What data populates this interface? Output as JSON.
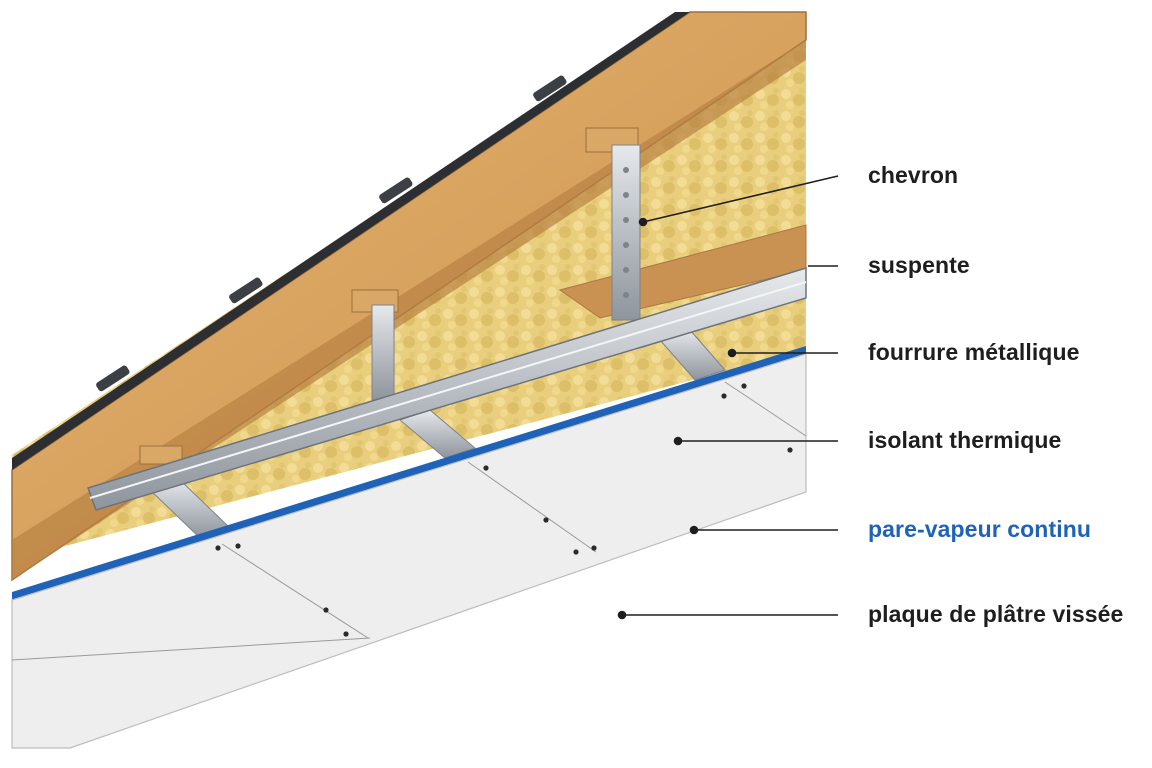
{
  "labels": [
    {
      "id": "chevron",
      "text": "chevron",
      "color": "#1e1e1e"
    },
    {
      "id": "suspente",
      "text": "suspente",
      "color": "#1e1e1e"
    },
    {
      "id": "fourrure",
      "text": "fourrure métallique",
      "color": "#1e1e1e"
    },
    {
      "id": "isolant",
      "text": "isolant thermique",
      "color": "#1e1e1e"
    },
    {
      "id": "pare-vapeur",
      "text": "pare-vapeur continu",
      "color": "#1f63b8"
    },
    {
      "id": "plaque",
      "text": "plaque de plâtre vissée",
      "color": "#1e1e1e"
    }
  ],
  "colors": {
    "roof": "#2c2e31",
    "timber": "#d8a25f",
    "insulation": "#e9cf7d",
    "metal": "#c9ced3",
    "vapor_barrier": "#1f63b8",
    "plasterboard": "#eeeeee"
  }
}
